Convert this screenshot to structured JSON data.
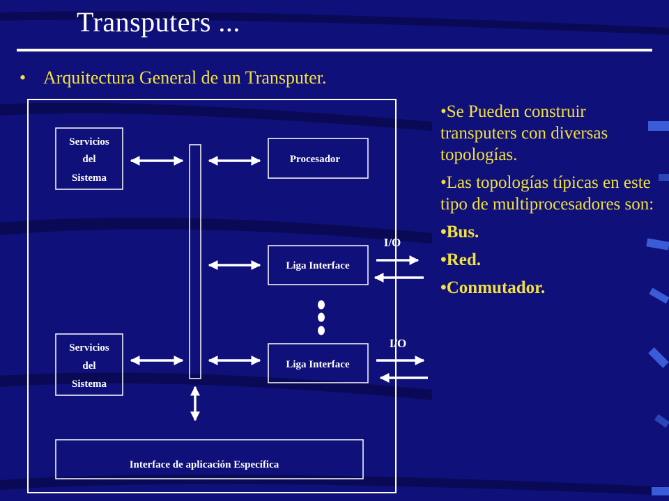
{
  "slide": {
    "title": "Transputers ...",
    "main_bullet": "Arquitectura General de un Transputer."
  },
  "diagram": {
    "servicios_top": [
      "Servicios",
      "del",
      "Sistema"
    ],
    "servicios_bottom": [
      "Servicios",
      "del",
      "Sistema"
    ],
    "procesador": "Procesador",
    "liga_interface_1": "Liga Interface",
    "liga_interface_2": "Liga Interface",
    "io_1": "I/O",
    "io_2": "I/O",
    "interface_aplicacion": "Interface de aplicación Específica"
  },
  "side_bullets": [
    {
      "text": "•Se  Pueden construir transputers con diversas topologías.",
      "bold": false
    },
    {
      "text": "•Las topologías típicas en este tipo de multiprocesadores son:",
      "bold": false
    },
    {
      "text": "•Bus.",
      "bold": true
    },
    {
      "text": "•Red.",
      "bold": true
    },
    {
      "text": "•Conmutador.",
      "bold": true
    }
  ],
  "colors": {
    "background": "#10107a",
    "bullet_text": "#f0e040",
    "foreground": "#ffffff"
  }
}
